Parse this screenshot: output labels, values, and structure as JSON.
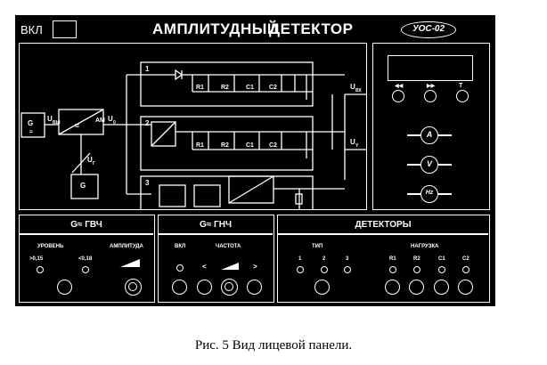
{
  "header": {
    "power_label": "ВКЛ",
    "title": "АМПЛИТУДНЫЙ",
    "title2": "ДЕТЕКТОР",
    "model": "УОС-02"
  },
  "schematic": {
    "generator_label": "G",
    "input_signal": "U",
    "input_signal_sub": "ВЫ",
    "am_label": "АМ",
    "u0": "U",
    "u0_sub": "0",
    "control": "U",
    "control_sub": "Г",
    "gen2_label": "G",
    "ch1_number": "1",
    "ch2_number": "2",
    "ch3_number": "3",
    "switches": [
      "R1",
      "R2",
      "C1",
      "C2"
    ],
    "output_top": "U",
    "output_top_sub": "ВХ",
    "output_mid": "U",
    "output_mid_sub": "Y"
  },
  "display": {
    "buttons": [
      {
        "label": "◀◀",
        "icon": "rewind-icon"
      },
      {
        "label": "▶▶",
        "icon": "fast-forward-icon"
      },
      {
        "label": "T",
        "icon": "t-icon"
      }
    ],
    "meters": [
      {
        "label": "A",
        "name": "ammeter-icon"
      },
      {
        "label": "V",
        "name": "voltmeter-icon"
      },
      {
        "label": "Hz",
        "name": "frequency-meter-icon"
      }
    ]
  },
  "hf_generator": {
    "title": "G≈ ГВЧ",
    "level_label": "УРОВЕНЬ",
    "level_low": ">0,15",
    "level_high": "<0,18",
    "amplitude_label": "АМПЛИТУДА"
  },
  "lf_generator": {
    "title": "G≈ ГНЧ",
    "on_label": "ВКЛ",
    "frequency_label": "ЧАСТОТА",
    "down": "<",
    "up": ">"
  },
  "detectors": {
    "title": "ДЕТЕКТОРЫ",
    "type_label": "ТИП",
    "types": [
      "1",
      "2",
      "3"
    ],
    "load_label": "НАГРУЗКА",
    "loads": [
      "R1",
      "R2",
      "C1",
      "C2"
    ]
  },
  "caption": "Рис. 5 Вид лицевой панели."
}
